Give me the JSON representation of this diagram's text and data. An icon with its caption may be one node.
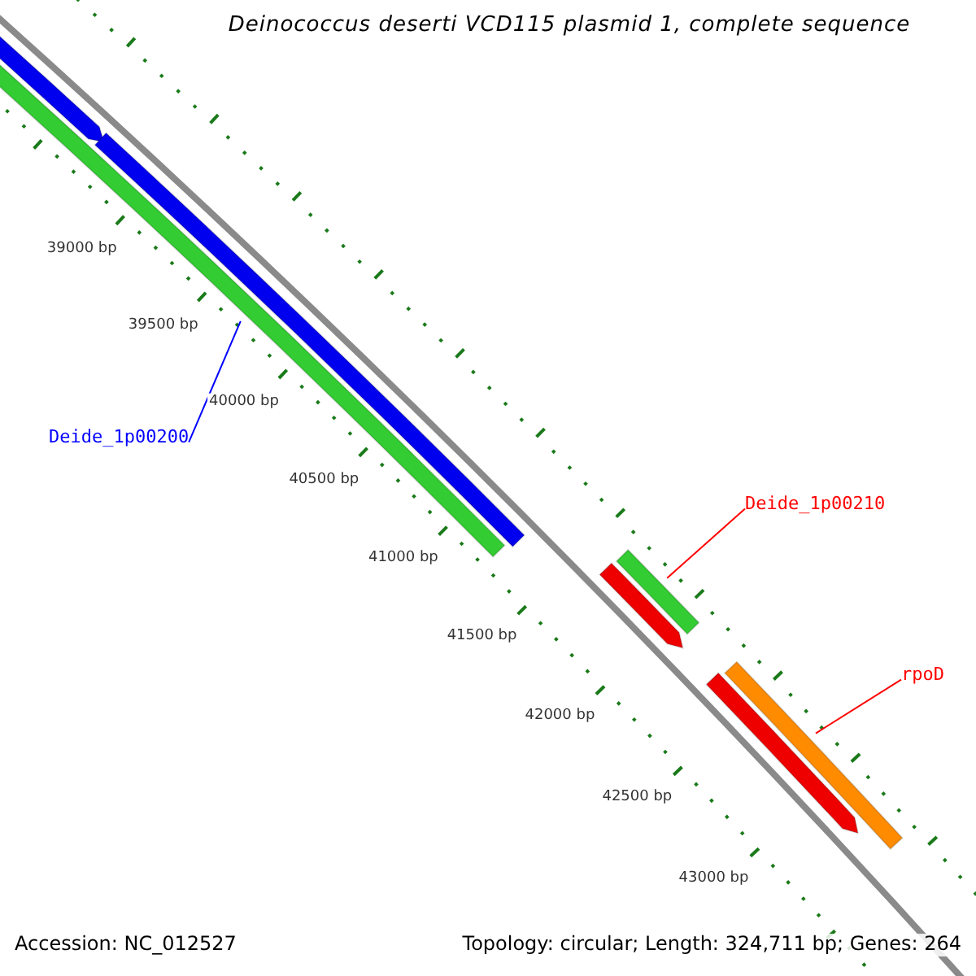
{
  "diagram": {
    "title": "Deinococcus deserti VCD115 plasmid 1, complete sequence",
    "nodes": [
      {
        "text": [
          "Deide_1p00200"
        ]
      },
      {
        "text": [],
        "shape": "bar"
      },
      {
        "text": [
          "Deide_1p00210"
        ]
      },
      {
        "text": [],
        "shape": "bar"
      },
      {
        "text": [
          "rpoD"
        ]
      },
      {
        "text": [],
        "shape": "bar"
      }
    ],
    "edges": [
      {
        "from": 0,
        "to": 1,
        "arrow": "none",
        "color": "#0000ff"
      },
      {
        "from": 2,
        "to": 3,
        "arrow": "none"
      },
      {
        "from": 4,
        "to": 5,
        "arrow": "none"
      }
    ],
    "labels": [
      "39000 bp",
      "39500 bp",
      "40000 bp",
      "40500 bp",
      "41000 bp",
      "41500 bp",
      "42000 bp",
      "42500 bp",
      "43000 bp",
      "Accession: NC_012527",
      "Topology: circular; Length: 324,711 bp; Genes: 264"
    ]
  }
}
